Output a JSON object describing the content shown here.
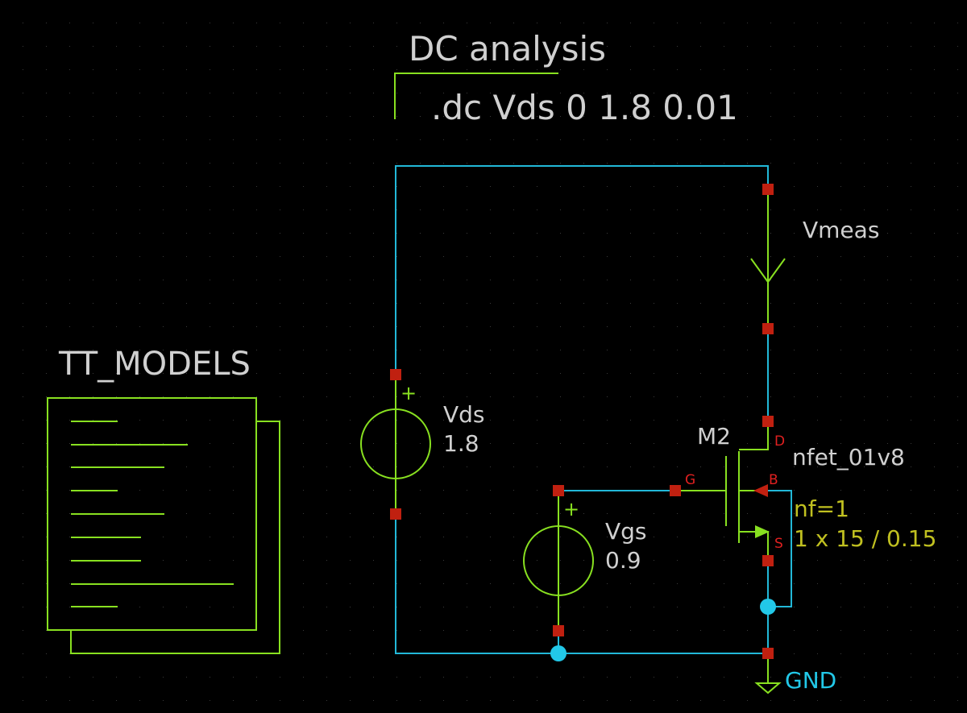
{
  "colors": {
    "background": "#000000",
    "wire": "#22b8d8",
    "symbol": "#88e020",
    "text": "#d0d0d0",
    "pin": "#c02010",
    "pin_label": "#e02020",
    "param": "#c0c020",
    "junction": "#22c8e8"
  },
  "analysis": {
    "title": "DC analysis",
    "command": ".dc Vds 0 1.8 0.01"
  },
  "models": {
    "title": "TT_MODELS"
  },
  "vmeas": {
    "name": "Vmeas"
  },
  "vds": {
    "name": "Vds",
    "value": "1.8",
    "plus": "+"
  },
  "vgs": {
    "name": "Vgs",
    "value": "0.9",
    "plus": "+"
  },
  "mosfet": {
    "name": "M2",
    "model": "nfet_01v8",
    "nf": "nf=1",
    "size": "1 x 15 / 0.15",
    "pins": {
      "d": "D",
      "g": "G",
      "b": "B",
      "s": "S"
    }
  },
  "ground": {
    "label": "GND"
  }
}
